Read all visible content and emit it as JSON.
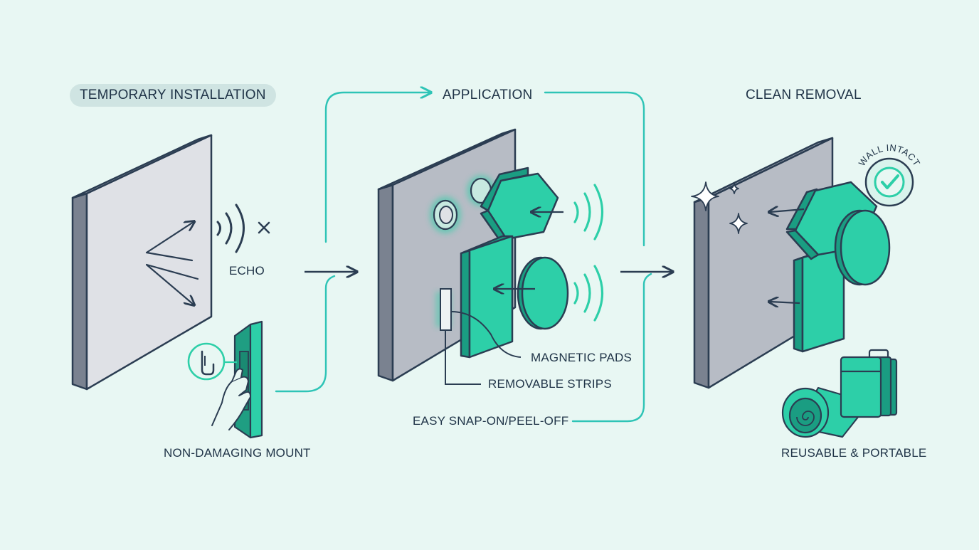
{
  "colors": {
    "background": "#e8f7f3",
    "accent": "#2dcfa8",
    "flow": "#2ec4b6",
    "ink": "#2b3d52",
    "wall_face": "#dfe1e6",
    "wall_side": "#7a8290"
  },
  "stages": [
    {
      "title": "TEMPORARY INSTALLATION",
      "labels": {
        "echo": "ECHO",
        "mount": "NON-DAMAGING MOUNT"
      }
    },
    {
      "title": "APPLICATION",
      "labels": {
        "pads": "MAGNETIC PADS",
        "strips": "REMOVABLE STRIPS",
        "snap": "EASY SNAP-ON/PEEL-OFF"
      }
    },
    {
      "title": "CLEAN REMOVAL",
      "labels": {
        "intact": "WALL INTACT",
        "reusable": "REUSABLE & PORTABLE"
      }
    }
  ],
  "icons": {
    "sound": "sound-waves-icon",
    "cross": "cross-icon",
    "check": "checkmark-icon",
    "sparkle": "sparkle-icon",
    "hand": "hand-icon",
    "hook": "hook-icon",
    "roll": "rolled-mat-icon",
    "bag": "carry-case-icon"
  }
}
